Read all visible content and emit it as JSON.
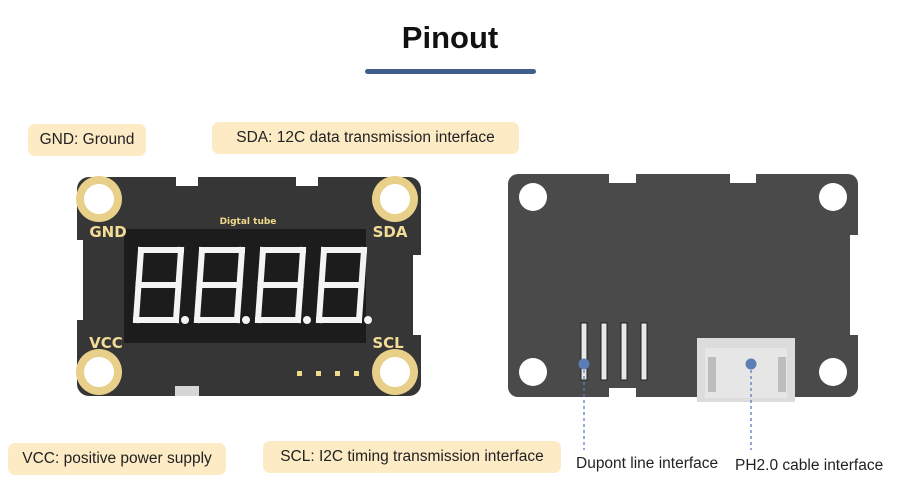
{
  "title": "Pinout",
  "labels": {
    "gnd": "GND: Ground",
    "sda": "SDA: 12C data transmission interface",
    "vcc": "VCC: positive power supply",
    "scl": "SCL: I2C timing transmission interface",
    "dupont": "Dupont line interface",
    "ph2": "PH2.0 cable interface"
  },
  "board": {
    "silk_title": "Digtal tube",
    "pins": {
      "gnd": "GND",
      "sda": "SDA",
      "vcc": "VCC",
      "scl": "SCL"
    }
  },
  "colors": {
    "accent": "#3f5f8a",
    "label_bg": "#fdebc6",
    "pad": "#e9d08a",
    "marker": "#5b7fb5"
  }
}
